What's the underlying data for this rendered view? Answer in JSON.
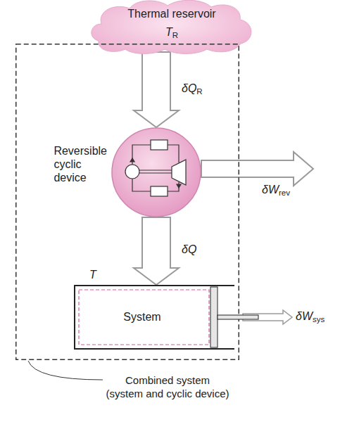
{
  "diagram": {
    "nodes": [
      {
        "text": [
          "Thermal reservoir",
          "TR"
        ]
      },
      {
        "text": [
          "Combined system (system and cyclic device)"
        ]
      },
      {
        "text": [
          "Reversible cyclic device"
        ],
        "in": 1
      },
      {
        "text": [
          "T",
          "System"
        ],
        "in": 1
      }
    ],
    "edges": [
      {
        "from": 0,
        "to": 2,
        "label": "δQR",
        "arrow": "to"
      },
      {
        "from": 2,
        "to": 3,
        "label": "δQ",
        "arrow": "to"
      }
    ],
    "labels": [
      "δWrev",
      "δWsys"
    ]
  }
}
